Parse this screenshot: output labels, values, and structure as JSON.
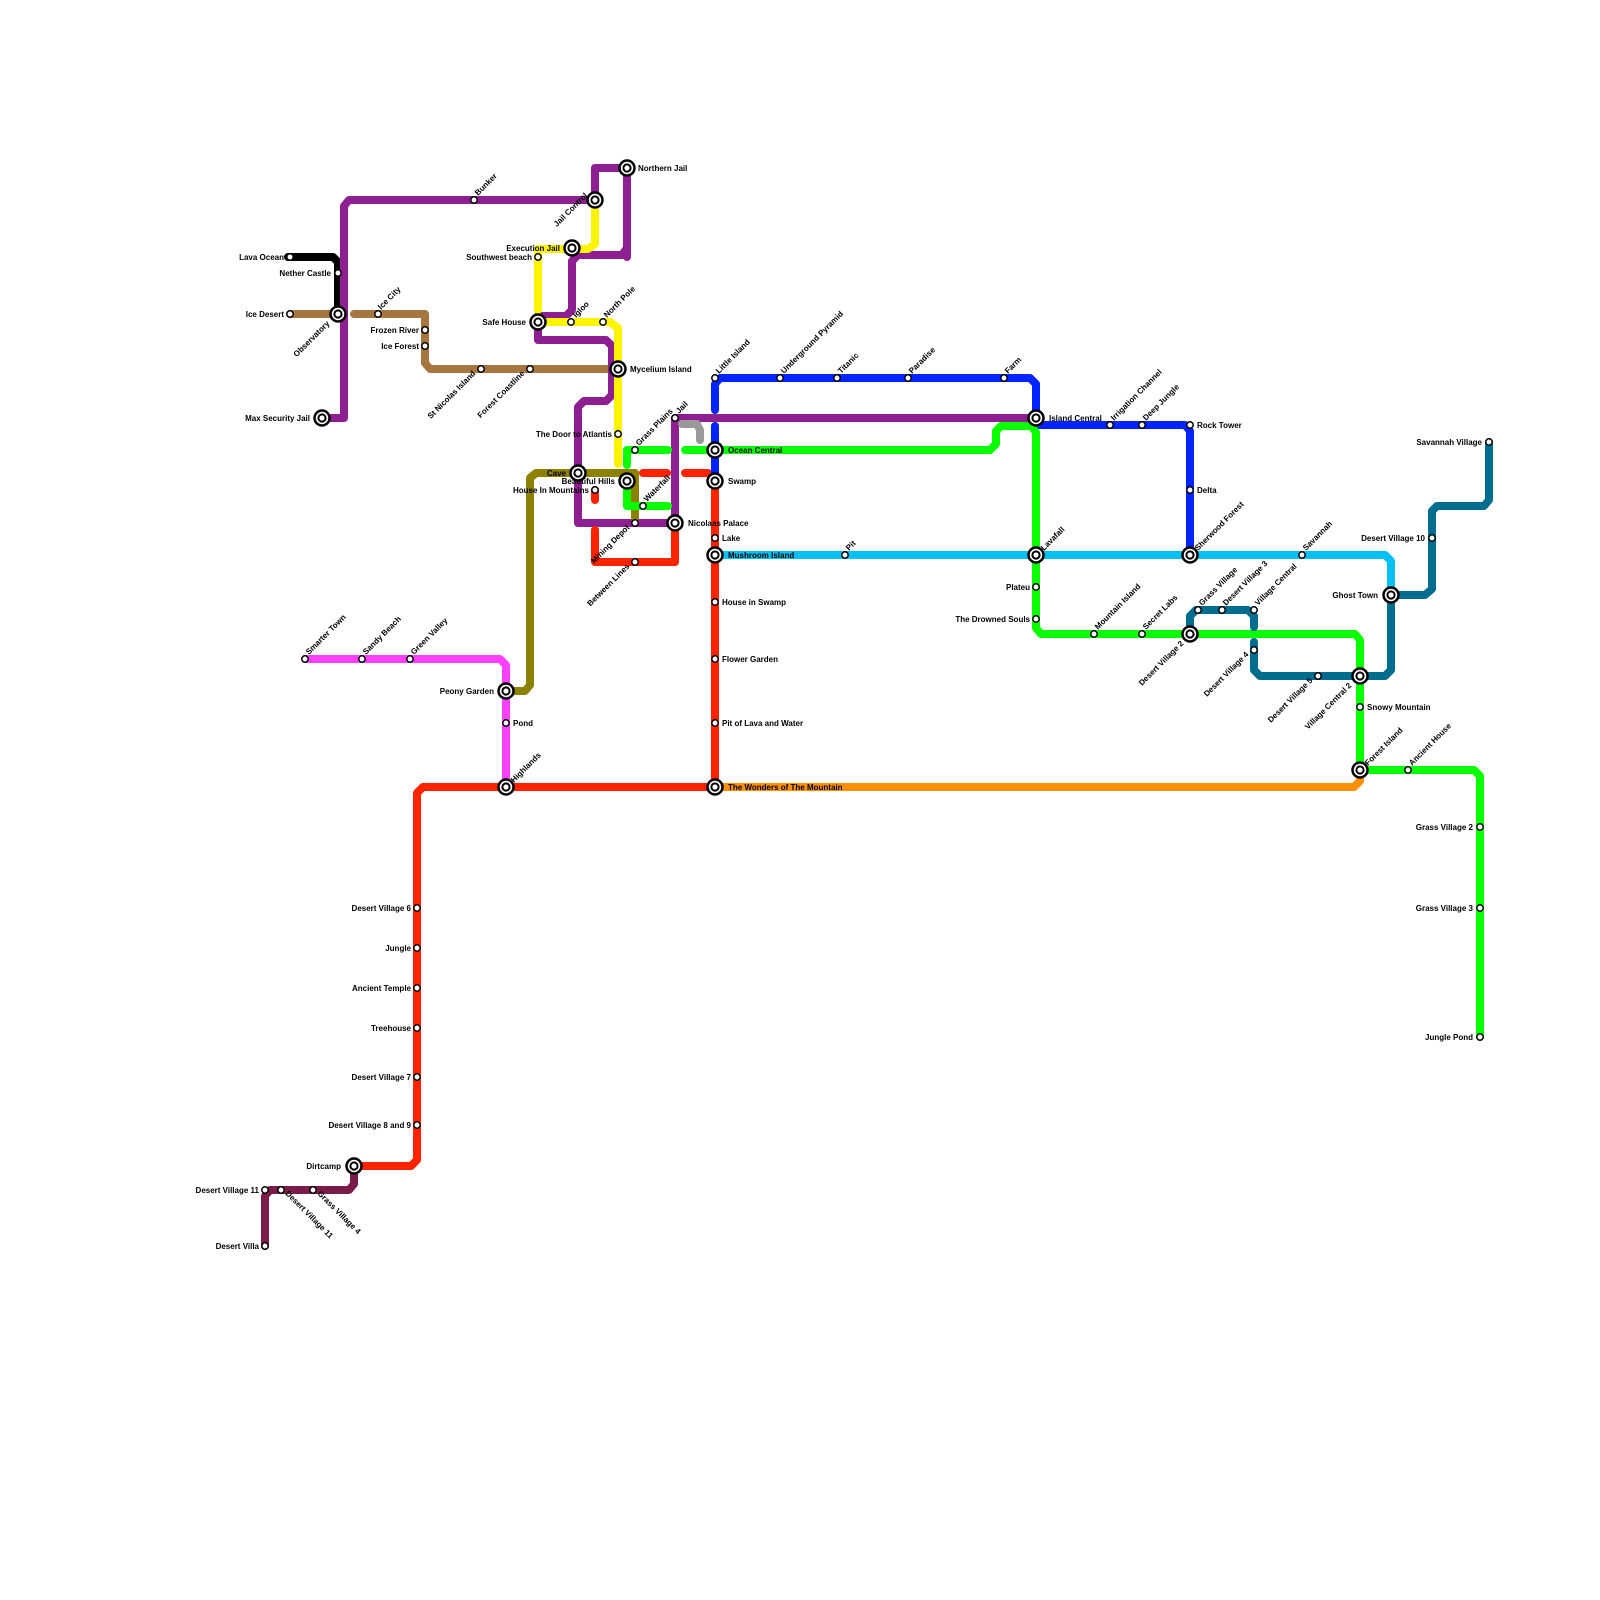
{
  "lines": [
    {
      "name": "black-line",
      "color": "#000000"
    },
    {
      "name": "tan-line",
      "color": "#a67640"
    },
    {
      "name": "purple-line",
      "color": "#8d1f91"
    },
    {
      "name": "yellow-line",
      "color": "#fdf400"
    },
    {
      "name": "olive-line",
      "color": "#8c8100"
    },
    {
      "name": "magenta-line",
      "color": "#ff41ff"
    },
    {
      "name": "red-line",
      "color": "#ff2300"
    },
    {
      "name": "maroon-line",
      "color": "#7b1b4a"
    },
    {
      "name": "blue-line",
      "color": "#0024ff"
    },
    {
      "name": "gray-line",
      "color": "#999999"
    },
    {
      "name": "green-line",
      "color": "#0aff00"
    },
    {
      "name": "cyan-line",
      "color": "#00c1f5"
    },
    {
      "name": "teal-line",
      "color": "#006c8e"
    },
    {
      "name": "orange-line",
      "color": "#ff9000"
    }
  ],
  "stations": [
    "Northern Jail",
    "Bunker",
    "Jail Control",
    "Execution Jail",
    "Southwest beach",
    "Lava Ocean",
    "Nether Castle",
    "Ice Desert",
    "Observatory",
    "Ice City",
    "Frozen River",
    "Ice Forest",
    "Safe House",
    "Igloo",
    "North Pole",
    "Mycelium Island",
    "St Nicolas Island",
    "Forest Coastline",
    "Max Security Jail",
    "The Door to Atlantis",
    "Grass Plains",
    "Jail",
    "Cave",
    "Beautiful Hills",
    "House In Mountains",
    "Waterfall",
    "Mining Depot",
    "Nicolaas Palace",
    "Between Lines",
    "Little Island",
    "Underground Pyramid",
    "Titanic",
    "Paradise",
    "Farm",
    "Island Central",
    "Irrigation Channel",
    "Deep Jungle",
    "Rock Tower",
    "Ocean Central",
    "Swamp",
    "Delta",
    "Lake",
    "Mushroom Island",
    "Pit",
    "Lavafall",
    "Sherwood Forest",
    "Savannah",
    "Savannah Village",
    "Desert Village 10",
    "Ghost Town",
    "Plateu",
    "The Drowned Souls",
    "Mountain Island",
    "Secret Labs",
    "Desert Village 2",
    "Grass Village",
    "Desert Village 3",
    "Village Central",
    "Desert Village 4",
    "Desert Village 5",
    "Village Central 2",
    "Snowy Mountain",
    "House in Swamp",
    "Flower Garden",
    "Pit of Lava and Water",
    "Smarter Town",
    "Sandy Beach",
    "Green Valley",
    "Peony Garden",
    "Pond",
    "Highlands",
    "The Wonders of The Mountain",
    "Forest Island",
    "Ancient House",
    "Grass Village 2",
    "Grass Village 3",
    "Jungle Pond",
    "Desert Village 6",
    "Jungle",
    "Ancient Temple",
    "Treehouse",
    "Desert Village 7",
    "Desert Village 8 and 9",
    "Dirtcamp",
    "Desert Village 11",
    "Desert Village 11",
    "Grass Village 4",
    "Desert Villa"
  ]
}
